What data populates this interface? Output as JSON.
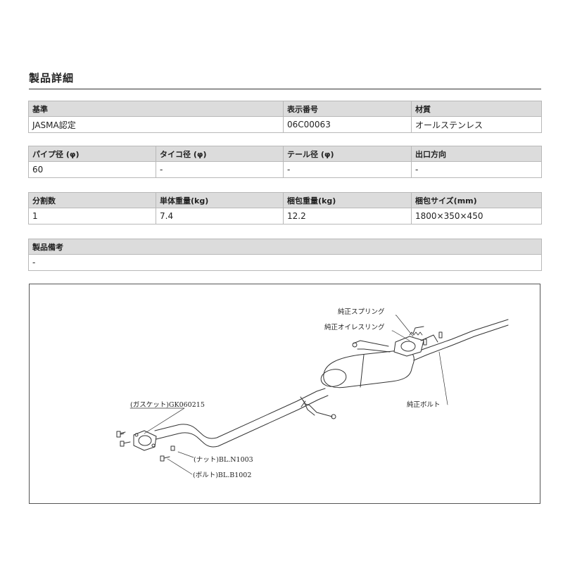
{
  "page_title": "製品詳細",
  "table1": {
    "headers": [
      "基準",
      "表示番号",
      "材質"
    ],
    "values": [
      "JASMA認定",
      "06C00063",
      "オールステンレス"
    ]
  },
  "table2": {
    "headers": [
      "パイプ径 (φ)",
      "タイコ径 (φ)",
      "テール径 (φ)",
      "出口方向"
    ],
    "values": [
      "60",
      "-",
      "-",
      "-"
    ]
  },
  "table3": {
    "headers": [
      "分割数",
      "単体重量(kg)",
      "梱包重量(kg)",
      "梱包サイズ(mm)"
    ],
    "values": [
      "1",
      "7.4",
      "12.2",
      "1800×350×450"
    ]
  },
  "table4": {
    "header": "製品備考",
    "value": "-"
  },
  "diagram": {
    "labels": {
      "spring": "純正スプリング",
      "oring": "純正オイレスリング",
      "bolt_genuine": "純正ボルト",
      "gasket": "(ガスケット)GK060215",
      "nut": "(ナット)BL.N1003",
      "bolt": "(ボルト)BL.B1002"
    }
  }
}
